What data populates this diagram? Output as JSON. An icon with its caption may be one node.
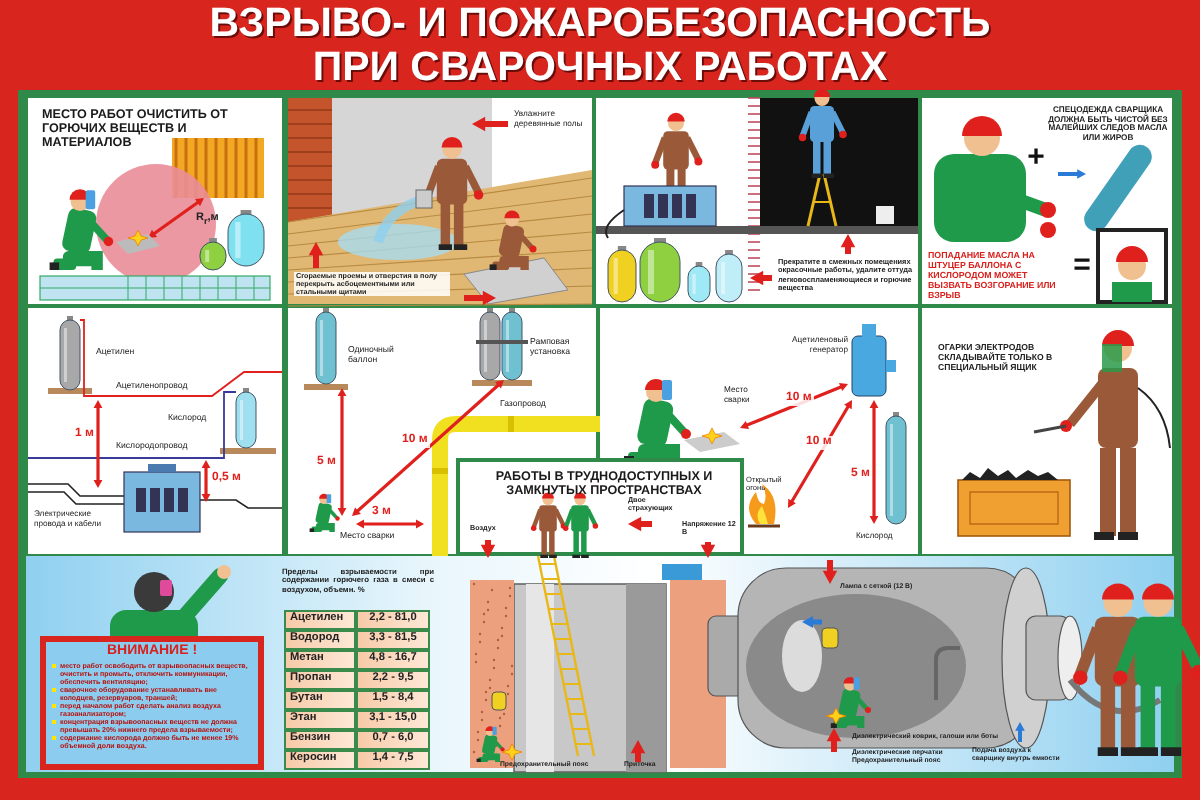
{
  "diagram": {
    "title": "ВЗРЫВО- И ПОЖАРОБЕЗОПАСНОСТЬ ПРИ СВАРОЧНЫХ РАБОТАХ",
    "nodes": [
      {
        "text": [
          "МЕСТО РАБОТ ОЧИСТИТЬ ОТ ГОРЮЧИХ ВЕЩЕСТВ И МАТЕРИАЛОВ",
          "R$_{r}$,м"
        ]
      },
      {
        "text": [
          "Увлажните деревянные полы",
          "Сгораемые проемы и отверстия в полу перекрыть асбоцементными или стальными щитами"
        ]
      },
      {
        "text": [
          "Прекратите в смежных помещениях окрасочные работы, удалите оттуда легковоспламеняющиеся и горючие вещества"
        ]
      },
      {
        "text": [
          "СПЕЦОДЕЖДА СВАРЩИКА ДОЛЖНА БЫТЬ ЧИСТОЙ БЕЗ МАЛЕЙШИХ СЛЕДОВ МАСЛА ИЛИ ЖИРОВ",
          "+",
          "=",
          "ПОПАДАНИЕ МАСЛА НА ШТУЦЕР БАЛЛОНА С КИСЛОРОДОМ МОЖЕТ ВЫЗВАТЬ ВОЗГОРАНИЕ ИЛИ ВЗРЫВ"
        ]
      },
      {
        "text": [
          "Ацетилен",
          "Ацетиленопровод",
          "Кислород",
          "Кислородопровод",
          "1 м",
          "0,5 м",
          "Электрические провода и кабели"
        ]
      },
      {
        "text": [
          "Одиночный баллон",
          "Рамповая установка",
          "Газопровод",
          "5 м",
          "10 м",
          "3 м",
          "Место сварки"
        ]
      },
      {
        "text": [
          "Ацетиленовый генератор",
          "Место сварки",
          "10 м",
          "10 м",
          "5 м",
          "Открытый огонь",
          "Кислород"
        ]
      },
      {
        "text": [
          "ОГАРКИ ЭЛЕКТРОДОВ СКЛАДЫВАЙТЕ ТОЛЬКО В СПЕЦИАЛЬНЫЙ ЯЩИК"
        ]
      },
      {
        "text": [
          "ВНИМАНИЕ !",
          "место работ освободить от взрывоопасных веществ, очистить и промыть, отключить коммуникации, обеспечить вентиляцию;",
          "сварочное оборудование устанавливать вне колодцев, резервуаров, траншей;",
          "перед началом работ сделать анализ воздуха газоанализатором;",
          "концентрация взрывоопасных веществ не должна превышать 20% нижнего предела взрываемости;",
          "содержание кислорода должно быть не менее 19% объемной доли воздуха."
        ]
      },
      {
        "text": [
          "РАБОТЫ В ТРУДНОДОСТУПНЫХ И ЗАМКНУТЫХ ПРОСТРАНСТВАХ",
          "Воздух",
          "Двое страхующих",
          "Напряжение 12 В"
        ]
      }
    ],
    "labels": [
      "Пределы взрываемости при содержании горючего газа в смеси с воздухом, объемн. %",
      "Ацетилен",
      "2,2 - 81,0",
      "Водород",
      "3,3 - 81,5",
      "Метан",
      "4,8 - 16,7",
      "Пропан",
      "2,2 - 9,5",
      "Бутан",
      "1,5 - 8,4",
      "Этан",
      "3,1 - 15,0",
      "Бензин",
      "0,7 - 6,0",
      "Керосин",
      "1,4 - 7,5",
      "Лампа с сеткой (12 В)",
      "Предохранительный пояс",
      "Приточка",
      "Диэлектрический коврик, галоши или боты",
      "Диэлектрические перчатки",
      "Предохранительный пояс",
      "Подача воздуха к сварщику внутрь емкости"
    ]
  }
}
